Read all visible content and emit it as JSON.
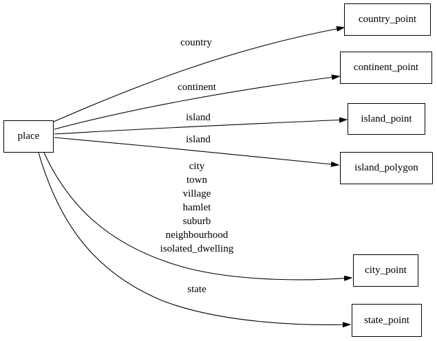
{
  "diagram": {
    "type": "directed-graph",
    "background_color": "#ffffff",
    "edge_color": "#000000",
    "node_border_color": "#000000",
    "node_fill_color": "#ffffff",
    "nodes": {
      "place": {
        "label": "place"
      },
      "country_point": {
        "label": "country_point"
      },
      "continent_point": {
        "label": "continent_point"
      },
      "island_point": {
        "label": "island_point"
      },
      "island_polygon": {
        "label": "island_polygon"
      },
      "city_point": {
        "label": "city_point"
      },
      "state_point": {
        "label": "state_point"
      }
    },
    "edges": [
      {
        "from": "place",
        "to": "country_point",
        "label": "country"
      },
      {
        "from": "place",
        "to": "continent_point",
        "label": "continent"
      },
      {
        "from": "place",
        "to": "island_point",
        "label": "island"
      },
      {
        "from": "place",
        "to": "island_polygon",
        "label": "island"
      },
      {
        "from": "place",
        "to": "city_point",
        "label": "city\ntown\nvillage\nhamlet\nsuburb\nneighbourhood\nisolated_dwelling"
      },
      {
        "from": "place",
        "to": "state_point",
        "label": "state"
      }
    ]
  }
}
